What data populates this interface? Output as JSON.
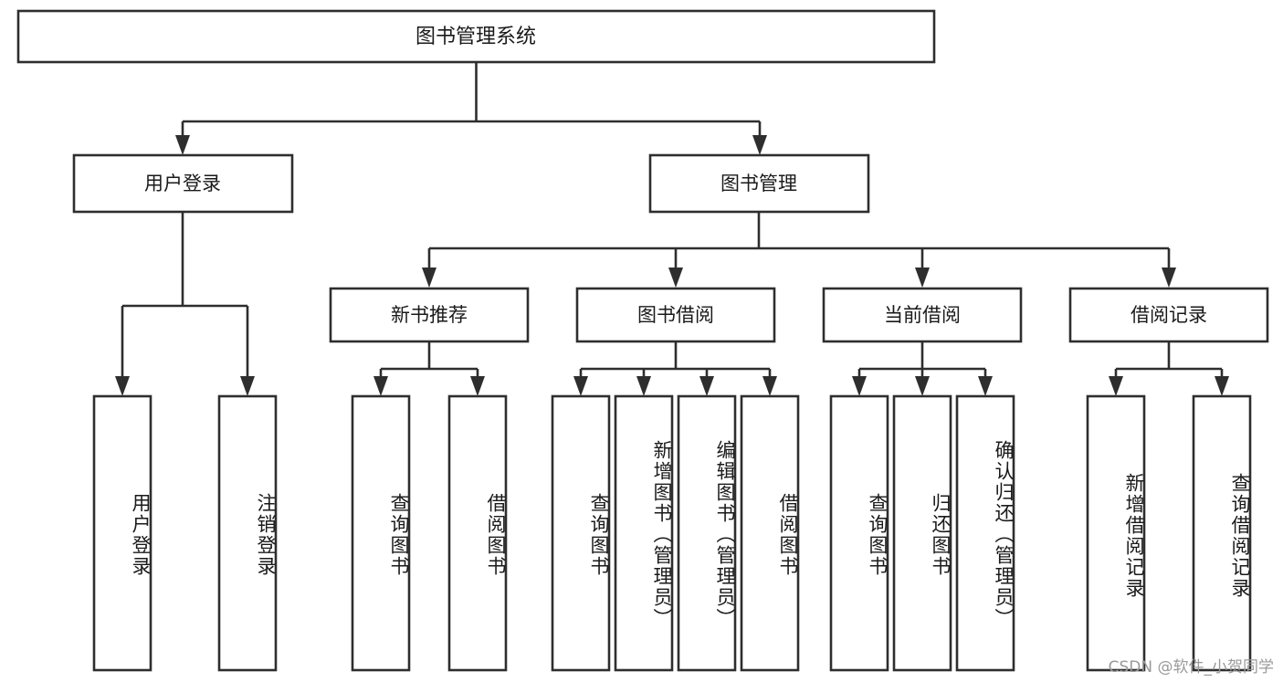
{
  "diagram": {
    "title": "图书管理系统",
    "watermark": "CSDN @软件_小贺同学",
    "colors": {
      "box_stroke": "#2e2e2e",
      "box_fill": "#ffffff",
      "text": "#1a1a1a",
      "watermark": "#9a9a9a",
      "background": "#ffffff"
    },
    "root": {
      "label": "图书管理系统"
    },
    "level2": [
      {
        "label": "用户登录"
      },
      {
        "label": "图书管理"
      }
    ],
    "level3": [
      {
        "label": "新书推荐"
      },
      {
        "label": "图书借阅"
      },
      {
        "label": "当前借阅"
      },
      {
        "label": "借阅记录"
      }
    ],
    "leaves": {
      "user_login": [
        {
          "label": "用户登录"
        },
        {
          "label": "注销登录"
        }
      ],
      "new_book_recommend": [
        {
          "label": "查询图书"
        },
        {
          "label": "借阅图书"
        }
      ],
      "book_borrow": [
        {
          "label": "查询图书"
        },
        {
          "label": "新增图书（管理员）"
        },
        {
          "label": "编辑图书（管理员）"
        },
        {
          "label": "借阅图书"
        }
      ],
      "current_borrow": [
        {
          "label": "查询图书"
        },
        {
          "label": "归还图书"
        },
        {
          "label": "确认归还（管理员）"
        }
      ],
      "borrow_record": [
        {
          "label": "新增借阅记录"
        },
        {
          "label": "查询借阅记录"
        }
      ]
    }
  }
}
